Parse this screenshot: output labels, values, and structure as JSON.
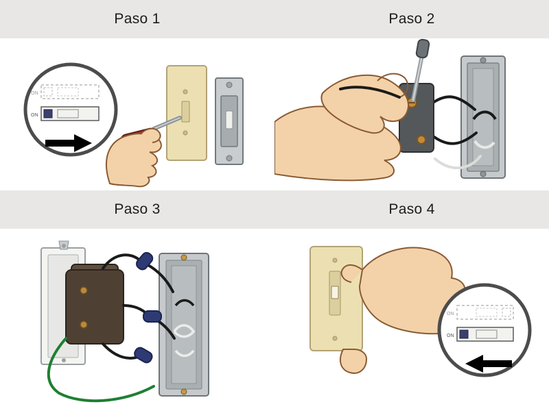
{
  "steps": [
    {
      "label": "Paso 1"
    },
    {
      "label": "Paso 2"
    },
    {
      "label": "Paso 3"
    },
    {
      "label": "Paso 4"
    }
  ],
  "insets": {
    "on_label": "ON"
  },
  "colors": {
    "header_bg": "#e8e7e5",
    "panel_bg": "#ffffff",
    "text": "#1c1c1c",
    "skin": "#f3d2a9",
    "skin_outline": "#8a5a33",
    "wall_plate": "#ece0b2",
    "wall_plate_edge": "#b3a275",
    "box_gray": "#c6cacc",
    "box_gray_dark": "#6e7578",
    "wire_black": "#1a1a1a",
    "wire_white": "#dcdcda",
    "wire_green": "#1f7f33",
    "wire_nut_blue": "#2e3a74",
    "dimmer_brown": "#4e4134",
    "screw_bronze": "#c28a3a",
    "magnifier_ring": "#4c4c4c",
    "arrow": "#000000"
  }
}
